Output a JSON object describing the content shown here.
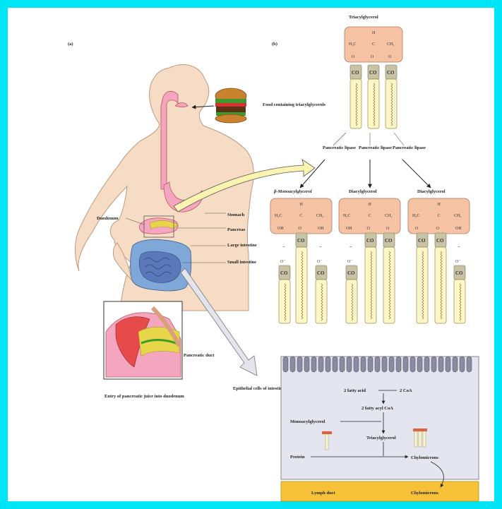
{
  "colors": {
    "border": "#00e5f5",
    "glycerol_box": "#f6c2a4",
    "fatty_acid_tube": "#fdf6c6",
    "ester_block": "#c9c3a5",
    "digestive_tract": "#f4a6c0",
    "intestine_blue": "#7fa8d8",
    "skin": "#f6dcc4",
    "cell_panel": "#e5e5ef",
    "lymph_bar": "#f7c23a"
  },
  "panels": {
    "a": "(a)",
    "b": "(b)"
  },
  "body": {
    "food_label": "Food containing triacylglycerols",
    "duodenum": "Duodenum",
    "stomach": "Stomach",
    "pancreas": "Pancreas",
    "large_intestine": "Large intestine",
    "small_intestine": "Small intestine",
    "pancreatic_duct": "Pancreatic duct",
    "inset_caption": "Entry of pancreatic juice into duodenum",
    "epithelial": "Epithelial cells of intestinal wall"
  },
  "molecules": {
    "top_title": "Triacylglycerol",
    "lipase": "Pancreatic lipase",
    "mono": "β-Monoacylglycerol",
    "di": "Diacylglycerol",
    "h": "H",
    "h2c": "H₂C",
    "c": "C",
    "ch2": "CH₂",
    "o": "O",
    "oh": "OH",
    "co": "CO",
    "o_minus": "O⁻",
    "minus": "−"
  },
  "cell": {
    "fatty_acid_coa_in": "2 fatty acid",
    "coa": "2 CoA",
    "fatty_acyl_coa": "2 fatty acyl CoA",
    "monoacylglycerol": "Monoacylglycerol",
    "triacylglycerol": "Triacylglycerol",
    "protein": "Protein",
    "chylomicrons": "Chylomicrons",
    "lymph_duct": "Lymph duct",
    "chylomicrons_bottom": "Chylomicrons"
  }
}
